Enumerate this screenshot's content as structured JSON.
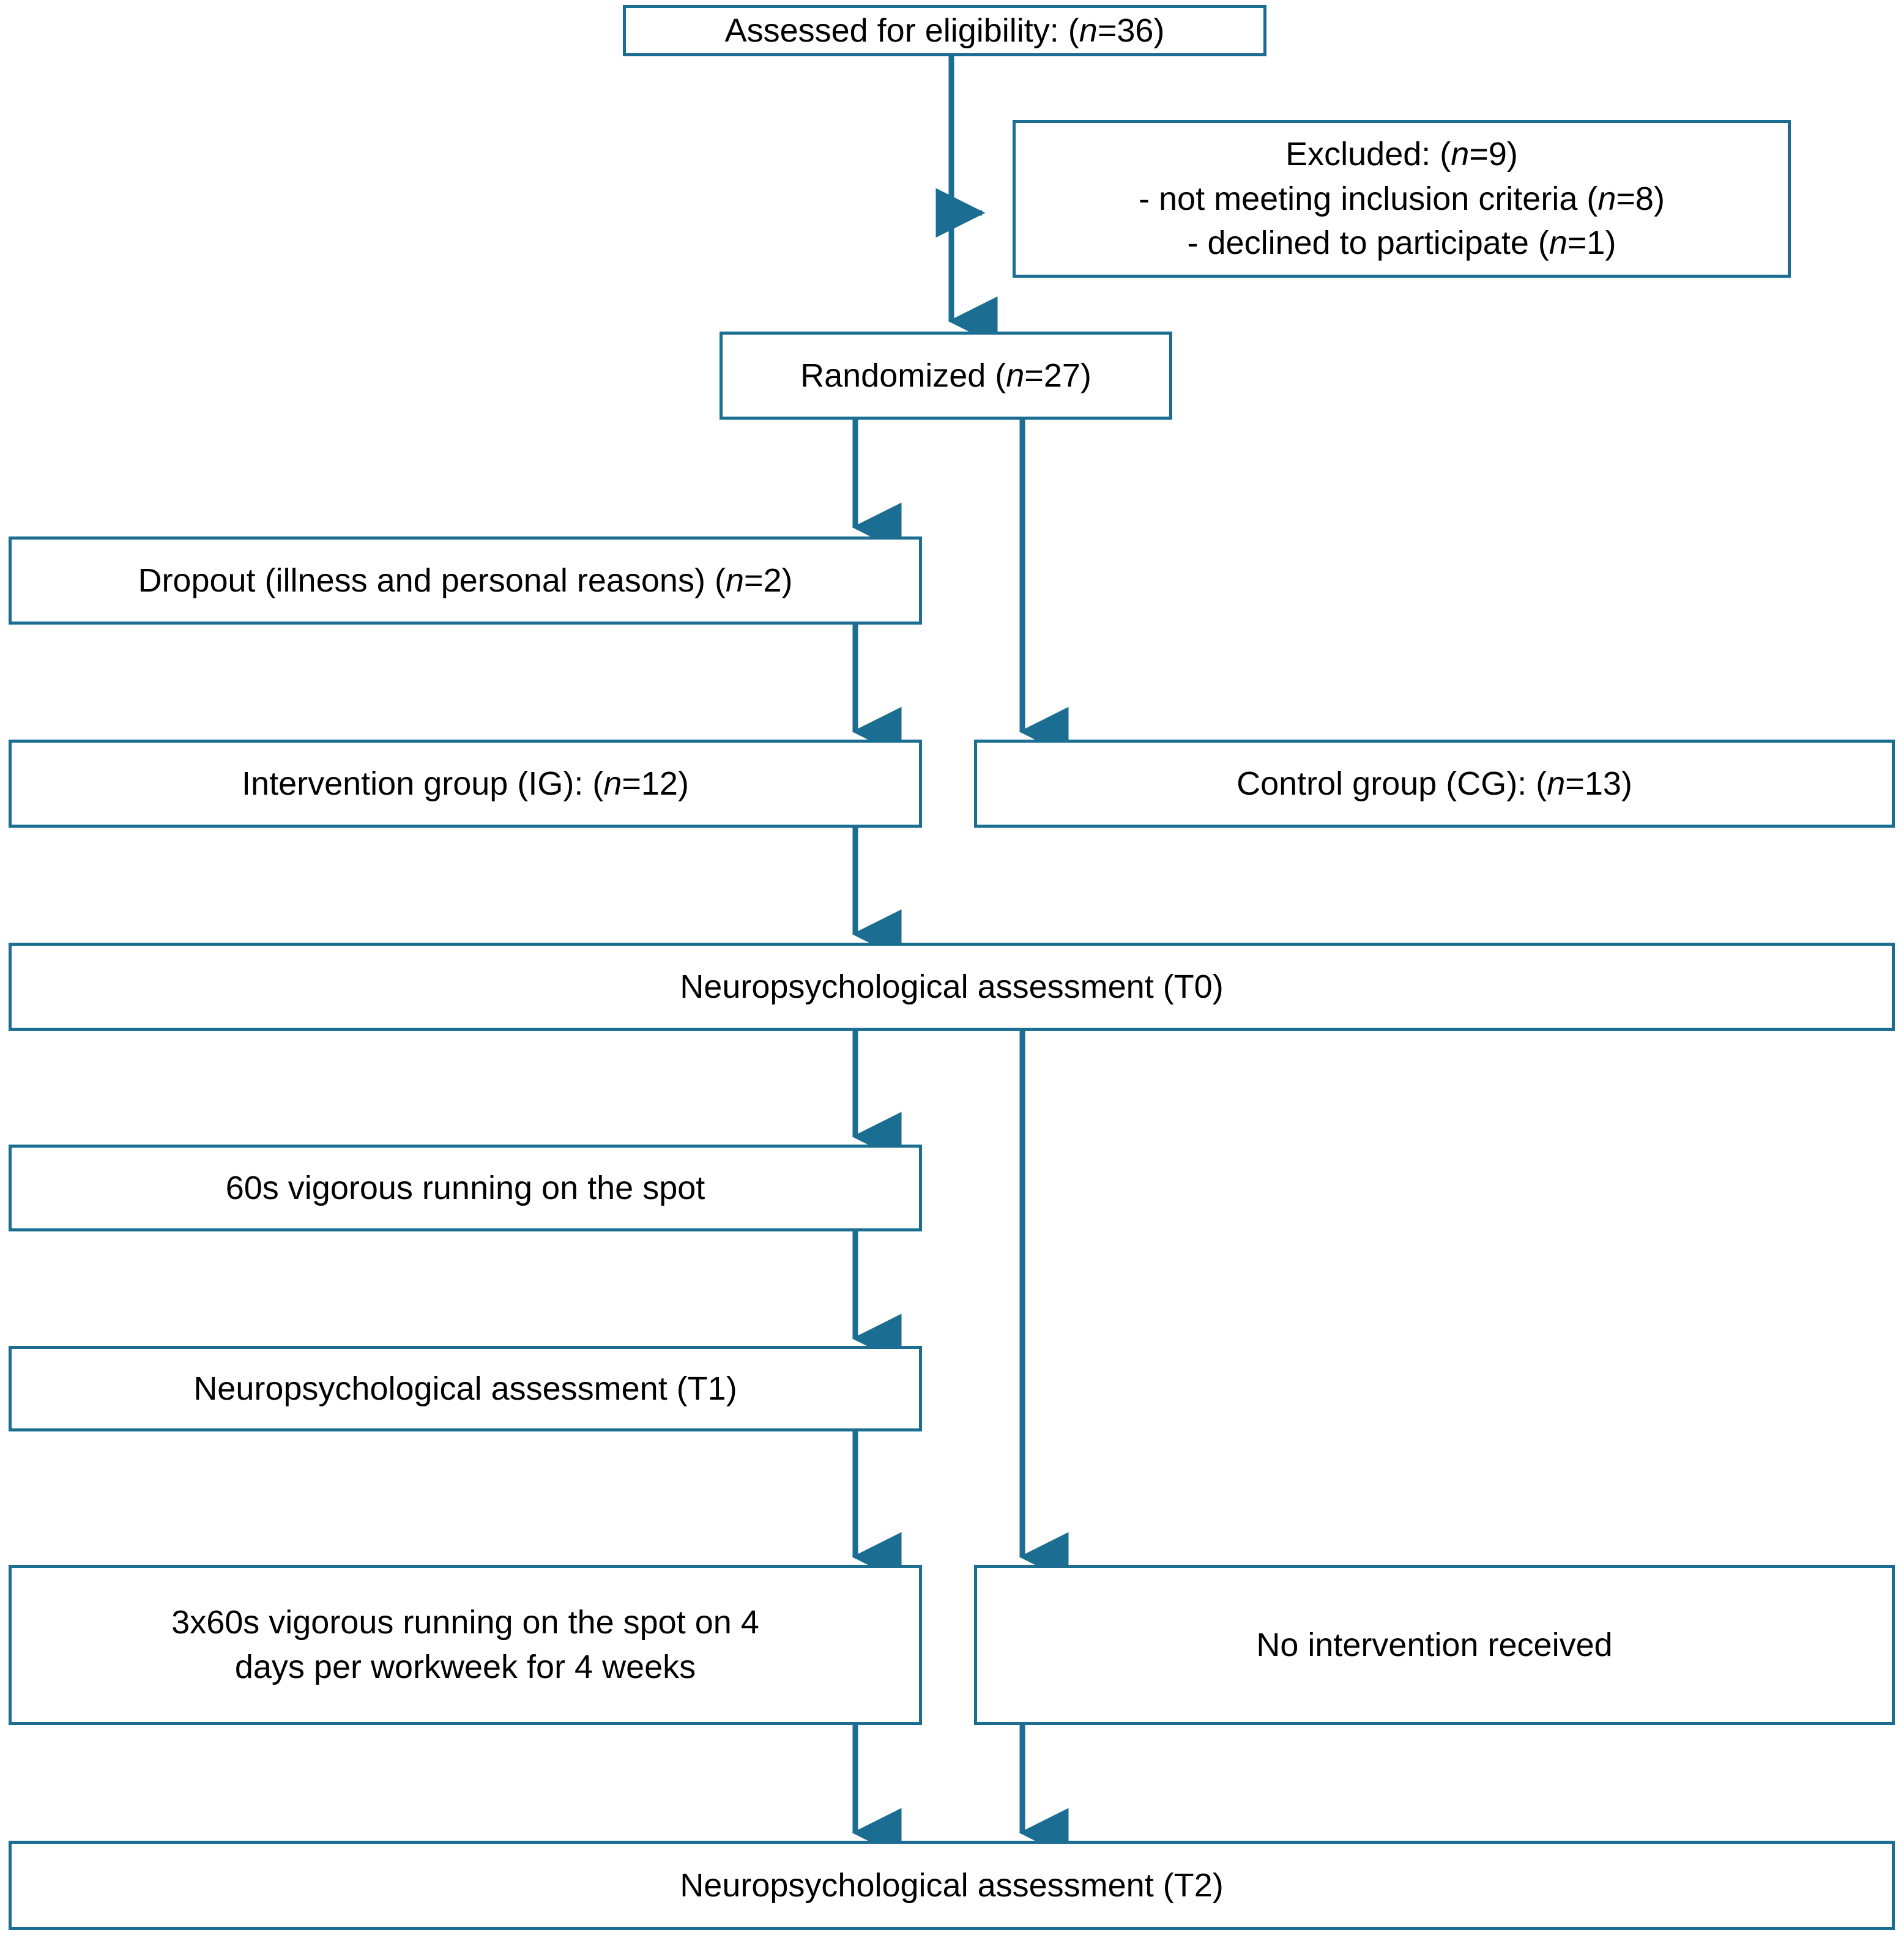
{
  "diagram": {
    "title": "CONSORT participant flow diagram",
    "accent_color": "#1b6e91",
    "text_color": "#000000",
    "background_color": "#ffffff"
  },
  "nodes": {
    "assessed": {
      "label": "Assessed for eligibility: (n=36)",
      "text": "Assessed for eligibility: (",
      "italic": "n",
      "tail": "=36)"
    },
    "excluded": {
      "line1_a": "Excluded: (",
      "line1_i": "n",
      "line1_b": "=9)",
      "line2_a": "- not meeting inclusion criteria (",
      "line2_i": "n",
      "line2_b": "=8)",
      "line3_a": "- declined to participate (",
      "line3_i": "n",
      "line3_b": "=1)"
    },
    "randomized": {
      "text": "Randomized (",
      "italic": "n",
      "tail": "=27)"
    },
    "dropout": {
      "text": "Dropout (illness and personal reasons) (",
      "italic": "n",
      "tail": "=2)"
    },
    "intervention_group": {
      "text": "Intervention group (IG): (",
      "italic": "n",
      "tail": "=12)"
    },
    "control_group": {
      "text": "Control group (CG): (",
      "italic": "n",
      "tail": "=13)"
    },
    "assessment_t0": {
      "text": "Neuropsychological assessment (T0)"
    },
    "running_60s": {
      "text": "60s vigorous running on the spot"
    },
    "assessment_t1": {
      "text": "Neuropsychological assessment (T1)"
    },
    "running_3x60s": {
      "line1": "3x60s vigorous running on the spot on 4",
      "line2": "days per workweek for 4 weeks"
    },
    "no_intervention": {
      "text": "No intervention received"
    },
    "assessment_t2": {
      "text": "Neuropsychological assessment (T2)"
    }
  }
}
